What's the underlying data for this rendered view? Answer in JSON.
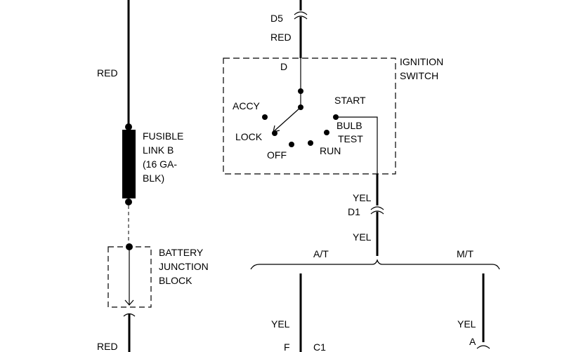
{
  "left_circuit": {
    "wire_top": "RED",
    "fusible_link_lines": [
      "FUSIBLE",
      "LINK B",
      "(16 GA-",
      "BLK)"
    ],
    "battery_junction_lines": [
      "BATTERY",
      "JUNCTION",
      "BLOCK"
    ],
    "wire_bottom": "RED"
  },
  "ignition": {
    "connector_top": "D5",
    "wire_top": "RED",
    "terminal": "D",
    "title_lines": [
      "IGNITION",
      "SWITCH"
    ],
    "positions": {
      "accy": "ACCY",
      "lock": "LOCK",
      "off": "OFF",
      "run": "RUN",
      "start": "START",
      "bulb_test_lines": [
        "BULB",
        "TEST"
      ]
    },
    "wire_out_top": "YEL",
    "connector_out": "D1",
    "wire_out_bottom": "YEL"
  },
  "branch": {
    "at_label": "A/T",
    "mt_label": "M/T",
    "at_wire": "YEL",
    "at_pin": "F",
    "at_connector": "C1",
    "mt_wire": "YEL",
    "mt_pin": "A"
  }
}
